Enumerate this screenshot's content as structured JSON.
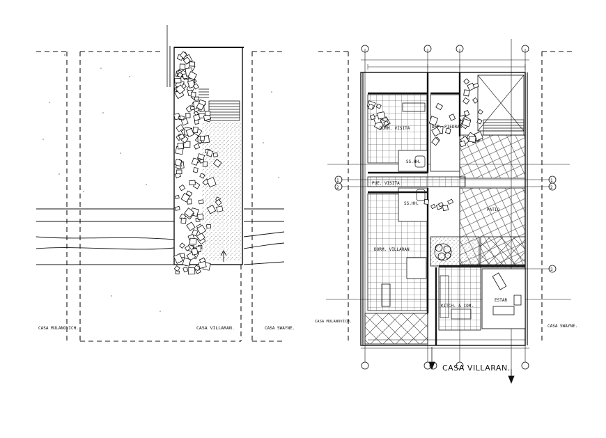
{
  "left_plan": {
    "label_casa_left": "CASA MULANOVICH.",
    "label_casa_center": "CASA VILLARAN.",
    "label_casa_right": "CASA SWAYNE."
  },
  "right_plan": {
    "title": "CASA VILLARAN.",
    "label_casa_left": "CASA MULANOVICH.",
    "label_casa_right": "CASA SWAYNE.",
    "rooms": {
      "dorm_visita": "DORM. VISITA",
      "dep_piedras": "DEP. PIEDRAS",
      "ssuh_upper": "SS.HH.",
      "ssuh_lower": "SS.HH.",
      "corridor": "PUE. VISITA",
      "patio": "PATIO",
      "dorm_villaran": "DORM. VILLARAN",
      "kitch_com": "KITCH. & COM.",
      "estar": "ESTAR"
    },
    "grid_markers": {
      "axis_1": "1",
      "axis_2": "2",
      "axis_3": "3"
    }
  },
  "colors": {
    "ink": "#111111",
    "hatch": "#333333",
    "stipple": "#555555"
  }
}
